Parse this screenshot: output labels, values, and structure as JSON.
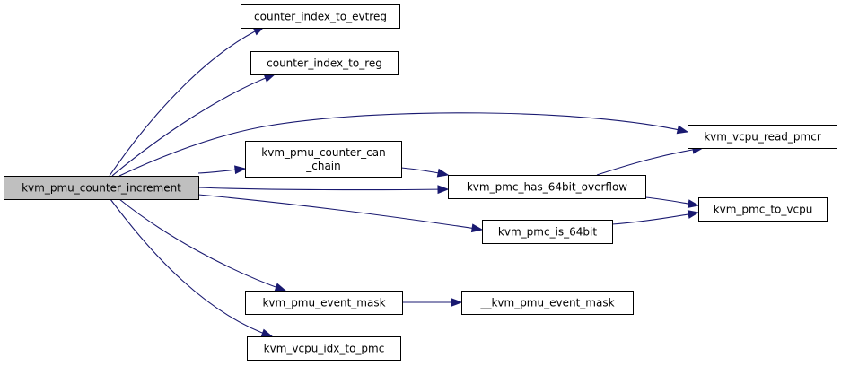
{
  "colors": {
    "edge": "#191970",
    "node_fill": "#ffffff",
    "root_fill": "#bfbfbf",
    "node_border": "#000000"
  },
  "nodes": [
    {
      "id": "n0",
      "lines": [
        "kvm_pmu_counter_increment"
      ],
      "root": true
    },
    {
      "id": "n1",
      "lines": [
        "counter_index_to_evtreg"
      ]
    },
    {
      "id": "n2",
      "lines": [
        "counter_index_to_reg"
      ]
    },
    {
      "id": "n3",
      "lines": [
        "kvm_vcpu_read_pmcr"
      ]
    },
    {
      "id": "n4",
      "lines": [
        "kvm_pmu_counter_can",
        "_chain"
      ]
    },
    {
      "id": "n5",
      "lines": [
        "kvm_pmc_has_64bit_overflow"
      ]
    },
    {
      "id": "n6",
      "lines": [
        "kvm_pmc_to_vcpu"
      ]
    },
    {
      "id": "n7",
      "lines": [
        "kvm_pmc_is_64bit"
      ]
    },
    {
      "id": "n8",
      "lines": [
        "kvm_pmu_event_mask"
      ]
    },
    {
      "id": "n9",
      "lines": [
        "__kvm_pmu_event_mask"
      ]
    },
    {
      "id": "n10",
      "lines": [
        "kvm_vcpu_idx_to_pmc"
      ]
    }
  ],
  "edges": [
    {
      "from": "n0",
      "to": "n1"
    },
    {
      "from": "n0",
      "to": "n2"
    },
    {
      "from": "n0",
      "to": "n3"
    },
    {
      "from": "n0",
      "to": "n4"
    },
    {
      "from": "n0",
      "to": "n5"
    },
    {
      "from": "n0",
      "to": "n7"
    },
    {
      "from": "n0",
      "to": "n8"
    },
    {
      "from": "n0",
      "to": "n10"
    },
    {
      "from": "n4",
      "to": "n5"
    },
    {
      "from": "n5",
      "to": "n3"
    },
    {
      "from": "n5",
      "to": "n6"
    },
    {
      "from": "n7",
      "to": "n6"
    },
    {
      "from": "n8",
      "to": "n9"
    }
  ]
}
